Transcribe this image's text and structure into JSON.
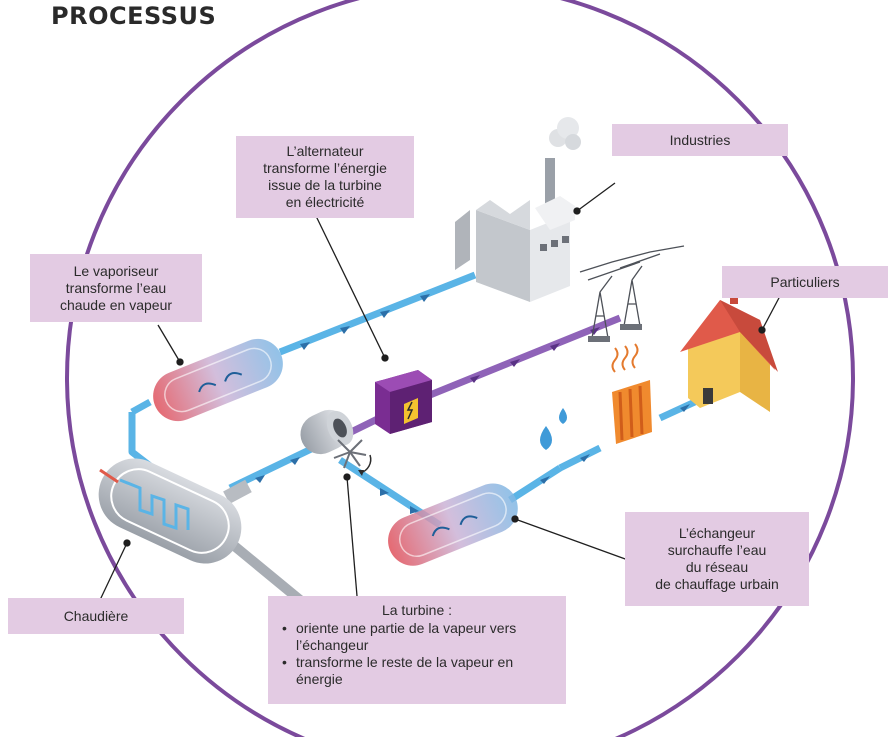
{
  "title": "PROCESSUS",
  "labels": {
    "alternateur": "L’alternateur\ntransforme l’énergie\nissue de la turbine\nen électricité",
    "industries": "Industries",
    "vaporiseur": "Le vaporiseur\ntransforme l’eau\nchaude en vapeur",
    "particuliers": "Particuliers",
    "echangeur": "L’échangeur\nsurchauffe l’eau\ndu réseau\nde chauffage urbain",
    "chaudiere": "Chaudière",
    "turbine": {
      "head": "La turbine :",
      "items": [
        "oriente une partie de la vapeur vers l’échangeur",
        "transforme le reste de la vapeur en énergie"
      ]
    }
  },
  "colors": {
    "circle": "#7b4a9c",
    "label_bg": "#e3cbe3",
    "steam_pipe": "#5ab4e6",
    "electric_pipe": "#8f63b8",
    "tank_hot": "#e0505a",
    "tank_cold": "#7fb8e4",
    "house_roof": "#e05a4a",
    "house_wall": "#f4c95a",
    "transformer": "#7a2d92"
  }
}
